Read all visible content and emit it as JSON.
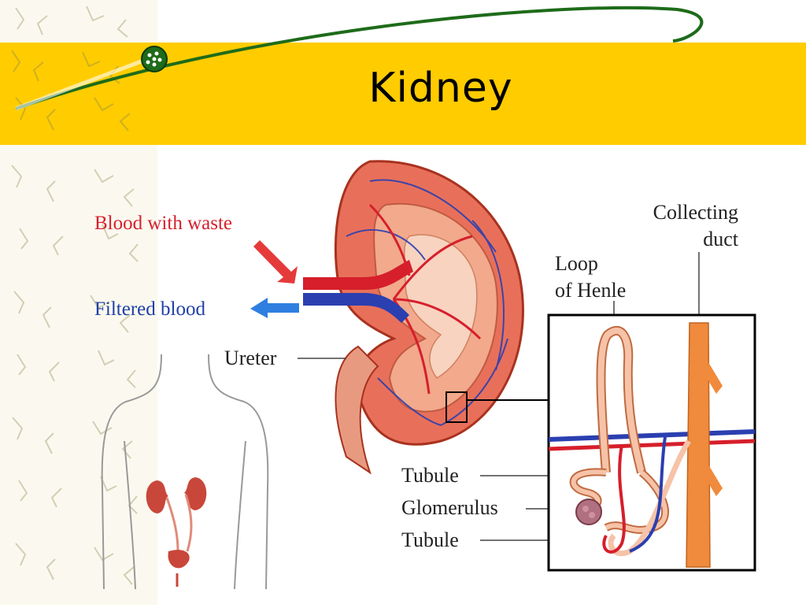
{
  "slide": {
    "title": "Kidney"
  },
  "diagram": {
    "labels": {
      "blood_with_waste": "Blood with waste",
      "filtered_blood": "Filtered blood",
      "ureter": "Ureter",
      "collecting_duct_line1": "Collecting",
      "collecting_duct_line2": "duct",
      "loop_of_henle_line1": "Loop",
      "loop_of_henle_line2": "of Henle",
      "tubule_upper": "Tubule",
      "glomerulus": "Glomerulus",
      "tubule_lower": "Tubule"
    },
    "colors": {
      "header_band": "#ffcc00",
      "artery_red": "#d61f2b",
      "vein_blue": "#2b3fb0",
      "kidney_tissue": "#e8705a",
      "duct_orange": "#f08a3c",
      "tubule_peach": "#f6c3a8"
    }
  }
}
